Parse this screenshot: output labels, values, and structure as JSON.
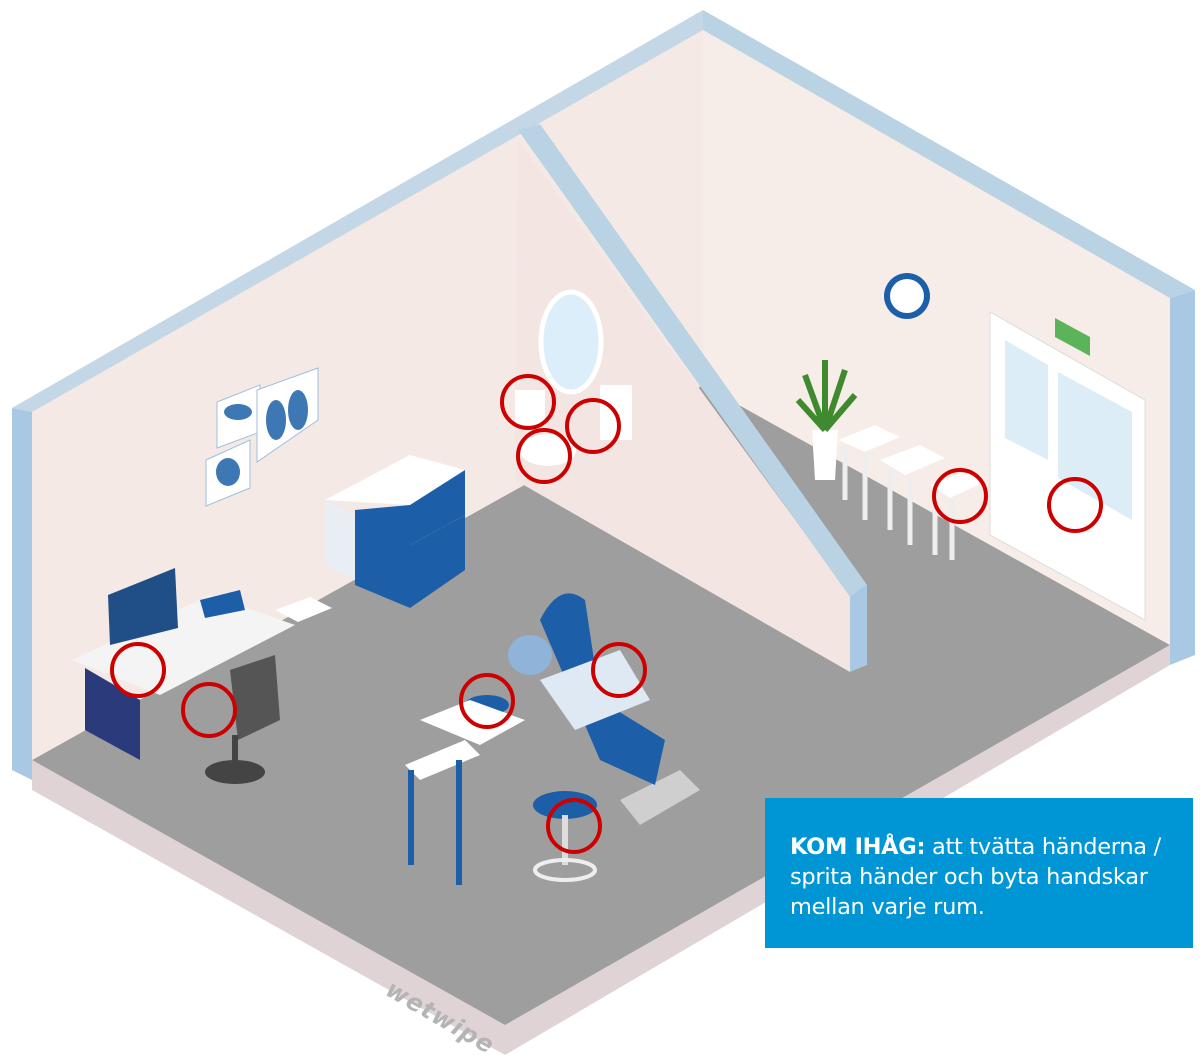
{
  "note": {
    "heading": "KOM IHÅG:",
    "body": "att tvätta händerna / sprita händer och byta handskar mellan varje rum."
  },
  "watermark": "wetwipe",
  "colors": {
    "wall": "#f5e9e6",
    "wall_edge": "#b9d2e4",
    "floor": "#9e9e9e",
    "floor_base": "#e0d3d5",
    "highlight_circle": "#cc0000",
    "note_bg": "#0096d6",
    "furniture_blue": "#1c5fa8"
  },
  "highlights": [
    "soap-dispenser",
    "sink",
    "faucet",
    "side-table",
    "door-handle",
    "desk-surface",
    "office-chair-armrest",
    "dental-light-tray",
    "dental-chair-armrest",
    "dental-stool"
  ]
}
